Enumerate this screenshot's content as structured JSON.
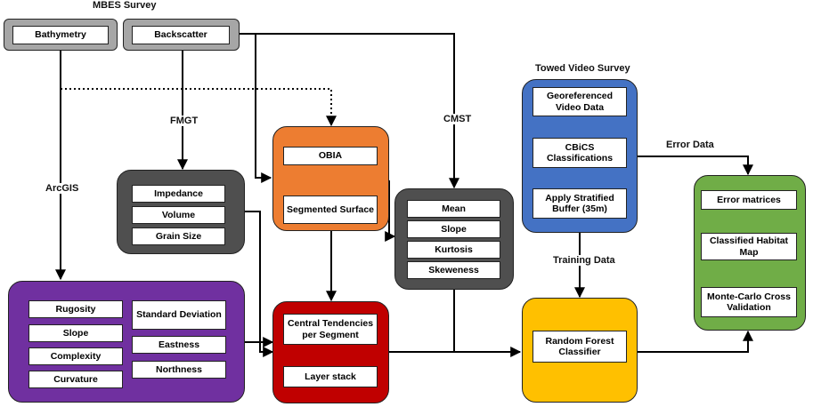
{
  "mbes": {
    "title": "MBES Survey",
    "bathymetry": "Bathymetry",
    "backscatter": "Backscatter"
  },
  "tools": {
    "fmgt": "FMGT",
    "arcgis": "ArcGIS",
    "cmst": "CMST"
  },
  "fmgt_panel": {
    "items": [
      "Impedance",
      "Volume",
      "Grain Size"
    ]
  },
  "obia_panel": {
    "obia": "OBIA",
    "segmented_surface": "Segmented Surface"
  },
  "cmst_panel": {
    "items": [
      "Mean",
      "Slope",
      "Kurtosis",
      "Skeweness"
    ]
  },
  "arcgis_panel": {
    "left_items": [
      "Rugosity",
      "Slope",
      "Complexity",
      "Curvature"
    ],
    "right_items": [
      "Standard Deviation",
      "Eastness",
      "Northness"
    ]
  },
  "central_panel": {
    "central_tendencies": "Central Tendencies per Segment",
    "layer_stack": "Layer stack"
  },
  "video_panel": {
    "title": "Towed Video Survey",
    "georeferenced": "Georeferenced Video Data",
    "cbics": "CBiCS Classifications",
    "buffer": "Apply Stratified Buffer (35m)"
  },
  "rf_panel": {
    "classifier": "Random Forest Classifier"
  },
  "edge_labels": {
    "error_data": "Error Data",
    "training_data": "Training Data"
  },
  "output_panel": {
    "error_matrices": "Error matrices",
    "habitat_map": "Classified Habitat Map",
    "monte_carlo": "Monte-Carlo Cross Validation"
  },
  "colors": {
    "gray_panel": "#4f4f4f",
    "mbes_panel": "#a6a6a6",
    "orange": "#ed7d31",
    "purple": "#7030a0",
    "red": "#c00000",
    "blue": "#4472c4",
    "yellow": "#ffc000",
    "green": "#70ad47"
  }
}
